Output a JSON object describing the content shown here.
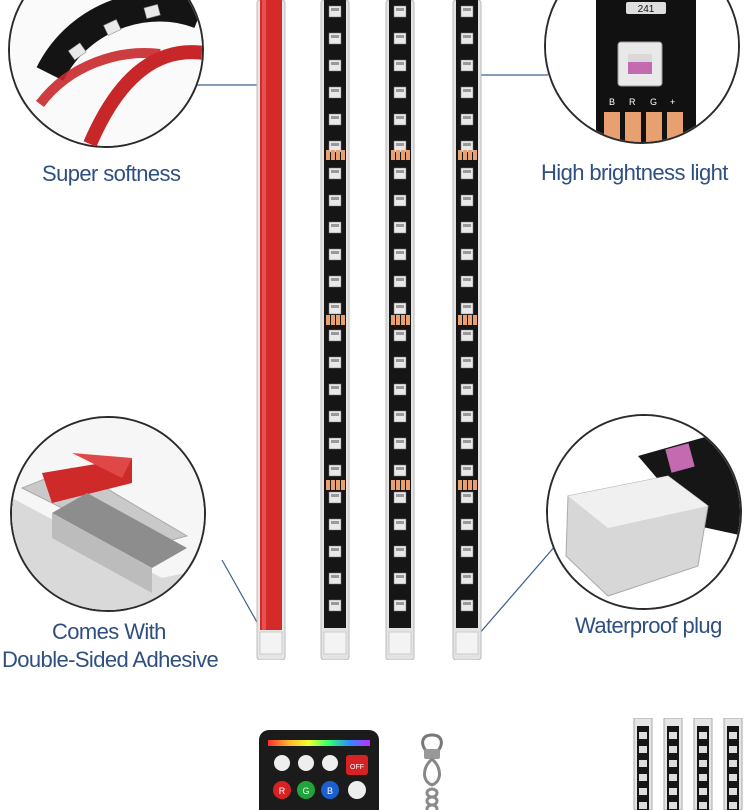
{
  "features": {
    "softness": "Super softness",
    "brightness": "High brightness light",
    "adhesive_line1": "Comes With",
    "adhesive_line2": "Double-Sided Adhesive",
    "plug": "Waterproof plug"
  },
  "zoom_labels": {
    "chip_code": "241",
    "pins": [
      "B",
      "R",
      "G",
      "+"
    ]
  },
  "remote": {
    "buttons": [
      "OFF",
      "R",
      "G",
      "B"
    ]
  },
  "colors": {
    "caption": "#2f4f80",
    "strip_pcb": "#151515",
    "strip_red": "#d42a2a",
    "copper": "#e8a070",
    "leader_line": "#3a5f8f"
  },
  "icons": [
    "led-strip-icon",
    "remote-icon",
    "keyring-icon",
    "mini-strips-icon"
  ]
}
